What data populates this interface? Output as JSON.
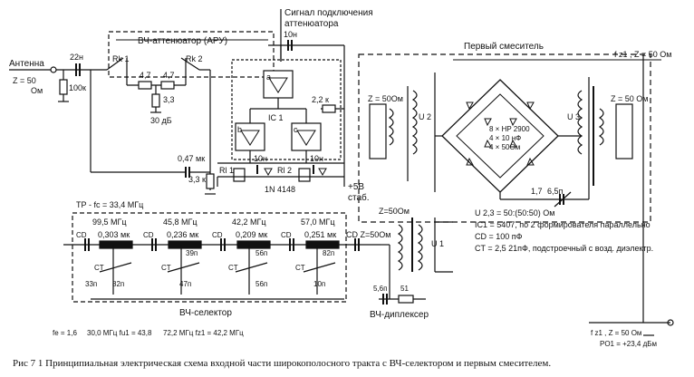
{
  "labels": {
    "antenna": "Антенна",
    "z50_ohm_line1": "Z = 50",
    "z50_ohm_line2": "Ом",
    "c22n": "22н",
    "r100k": "100к",
    "rk1": "Rk 1",
    "rk2": "Rk 2",
    "atten_title": "ВЧ-аттенюатор (АРУ)",
    "r47a": "4,7",
    "r47b": "4,7",
    "r33": "3,3",
    "db30": "30 дБ",
    "signal_title_1": "Сигнал подключения",
    "signal_title_2": "аттенюатора",
    "c10n_top": "10н",
    "r22k": "2,2 к",
    "ic1": "IC 1",
    "ic_a": "a",
    "ic_b": "b",
    "ic_c": "c",
    "rl1": "Rl 1",
    "rl2": "Rl 2",
    "c10n_rl1": "10н",
    "c10n_rl2": "10н",
    "diode": "1N 4148",
    "plus5v": "+5В",
    "stab": "стаб.",
    "l047": "0,47 мк",
    "r33k": "3,3 к",
    "first_mixer": "Первый смеситель",
    "fz1": "f z1 , Z = 50 Ом",
    "z50_u2": "Z = 50Ом",
    "u2": "U 2",
    "z50_u3": "Z = 50 Ом",
    "u3": "U 3",
    "mixer_note_1": "8 × HP 2900",
    "mixer_note_2": "4 × 10 нФ",
    "mixer_note_3": "4 × 50Ом",
    "c17": "1,7",
    "c65": "6,5п",
    "tp": "ТР - fc = 33,4 МГц",
    "f1": "99,5 МГц",
    "f2": "45,8 МГц",
    "f3": "42,2 МГц",
    "f4": "57,0 МГц",
    "l1": "0,303 мк",
    "l2": "0,236 мк",
    "l3": "0,209 мк",
    "l4": "0,251 мк",
    "cd1": "CD",
    "cd2": "CD",
    "cd3": "CD",
    "cd4": "CD",
    "cd5": "CD",
    "ct1": "CT",
    "ct2": "CT",
    "ct3": "CT",
    "ct4": "CT",
    "c39": "39п",
    "c56a": "56п",
    "c82a": "82п",
    "c33": "33п",
    "c82b": "82п",
    "c47": "47п",
    "c56b": "56п",
    "c10p": "10п",
    "cd_z50": "CD Z=50Ом",
    "z50_u1": "Z=50Ом",
    "u1": "U 1",
    "c56": "5,6п",
    "r51": "51",
    "rf_selector": "ВЧ-селектор",
    "rf_diplexer": "ВЧ-диплексер",
    "legend_1": "U 2,3  =  50:(50:50) Ом",
    "legend_2": "IC1 = 5407, по 2 формирователя параллельно",
    "legend_3": "CD  = 100 пФ",
    "legend_4": "CT  =  2,5     21пФ, подстроечный с возд. диэлектр.",
    "freq_fe": "fe = 1,6",
    "freq_1": "30,0 МГц  fu1 = 43,8",
    "freq_2": "72,2 МГц  fz1 = 42,2 МГц",
    "out_z": "f z1 , Z = 50 Ом",
    "out_p": "PO1 = +23,4 дБм",
    "caption": "Рис 7 1   Принципиальная электрическая схема входной части широкополосного тракта с ВЧ-селектором и первым смесителем."
  }
}
